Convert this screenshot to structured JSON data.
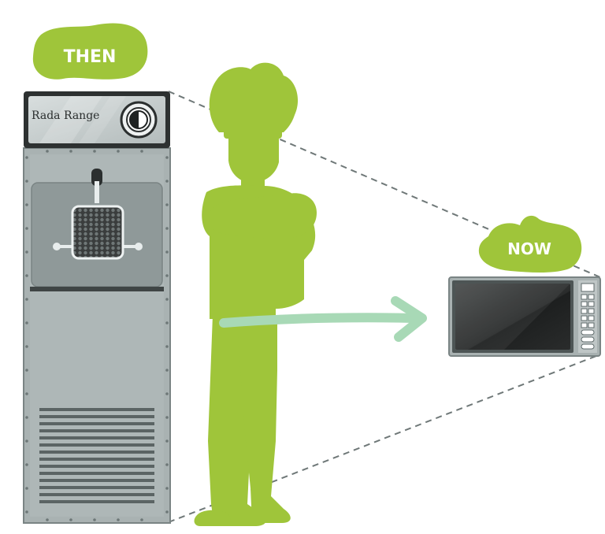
{
  "labels": {
    "then": "THEN",
    "now": "NOW"
  },
  "radarange": {
    "brand": "Rada Range"
  },
  "colors": {
    "accent_green": "#9fc53a",
    "arrow_green": "#a8d9b6",
    "steel": "#a8b1b1",
    "steel_dark": "#5d6869",
    "microwave_screen": "#2c2f2f"
  },
  "icons": {
    "radarange_dial": "dial-icon",
    "chef": "chef-silhouette-icon",
    "arrow": "arrow-right-icon"
  }
}
